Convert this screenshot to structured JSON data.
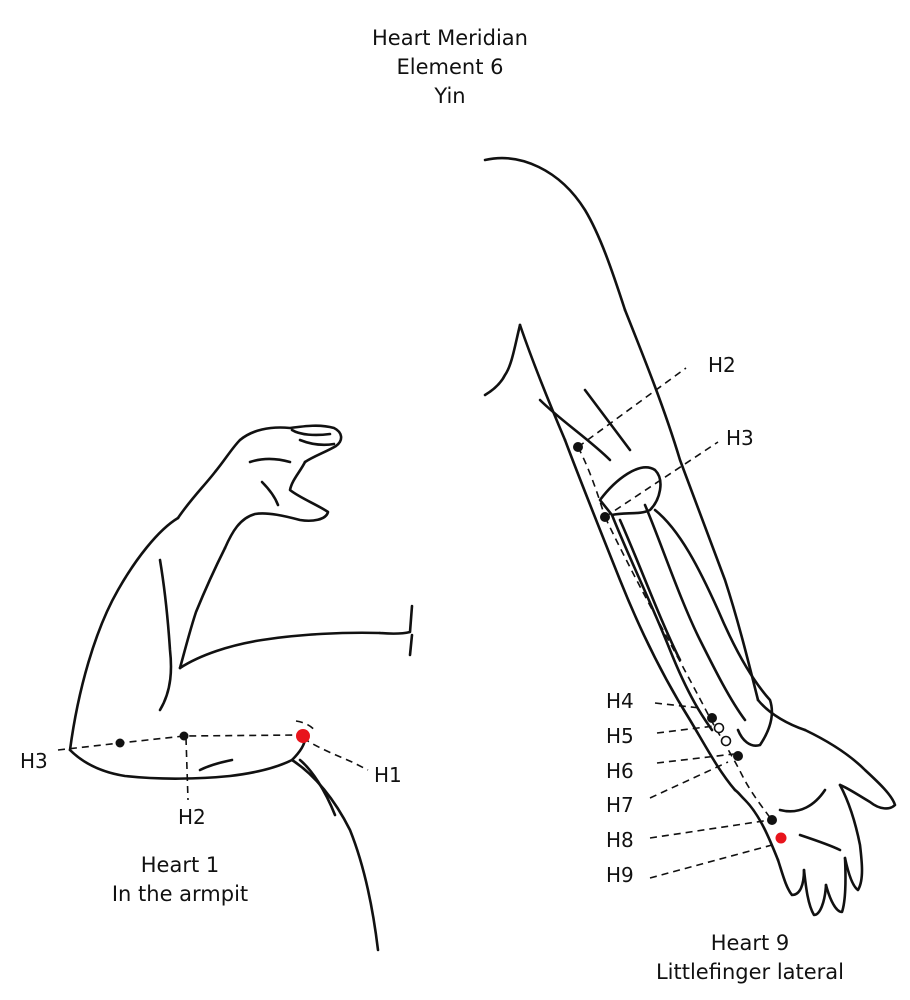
{
  "header": {
    "line1": "Heart Meridian",
    "line2": "Element 6",
    "line3": "Yin"
  },
  "left_figure": {
    "caption_line1": "Heart 1",
    "caption_line2": "In the armpit",
    "labels": {
      "h1": "H1",
      "h2": "H2",
      "h3": "H3"
    }
  },
  "right_figure": {
    "caption_line1": "Heart 9",
    "caption_line2": "Littlefinger lateral",
    "labels": {
      "h2": "H2",
      "h3": "H3",
      "h4": "H4",
      "h5": "H5",
      "h6": "H6",
      "h7": "H7",
      "h8": "H8",
      "h9": "H9"
    }
  },
  "colors": {
    "line": "#111111",
    "point": "#111111",
    "highlight": "#e8141c"
  }
}
